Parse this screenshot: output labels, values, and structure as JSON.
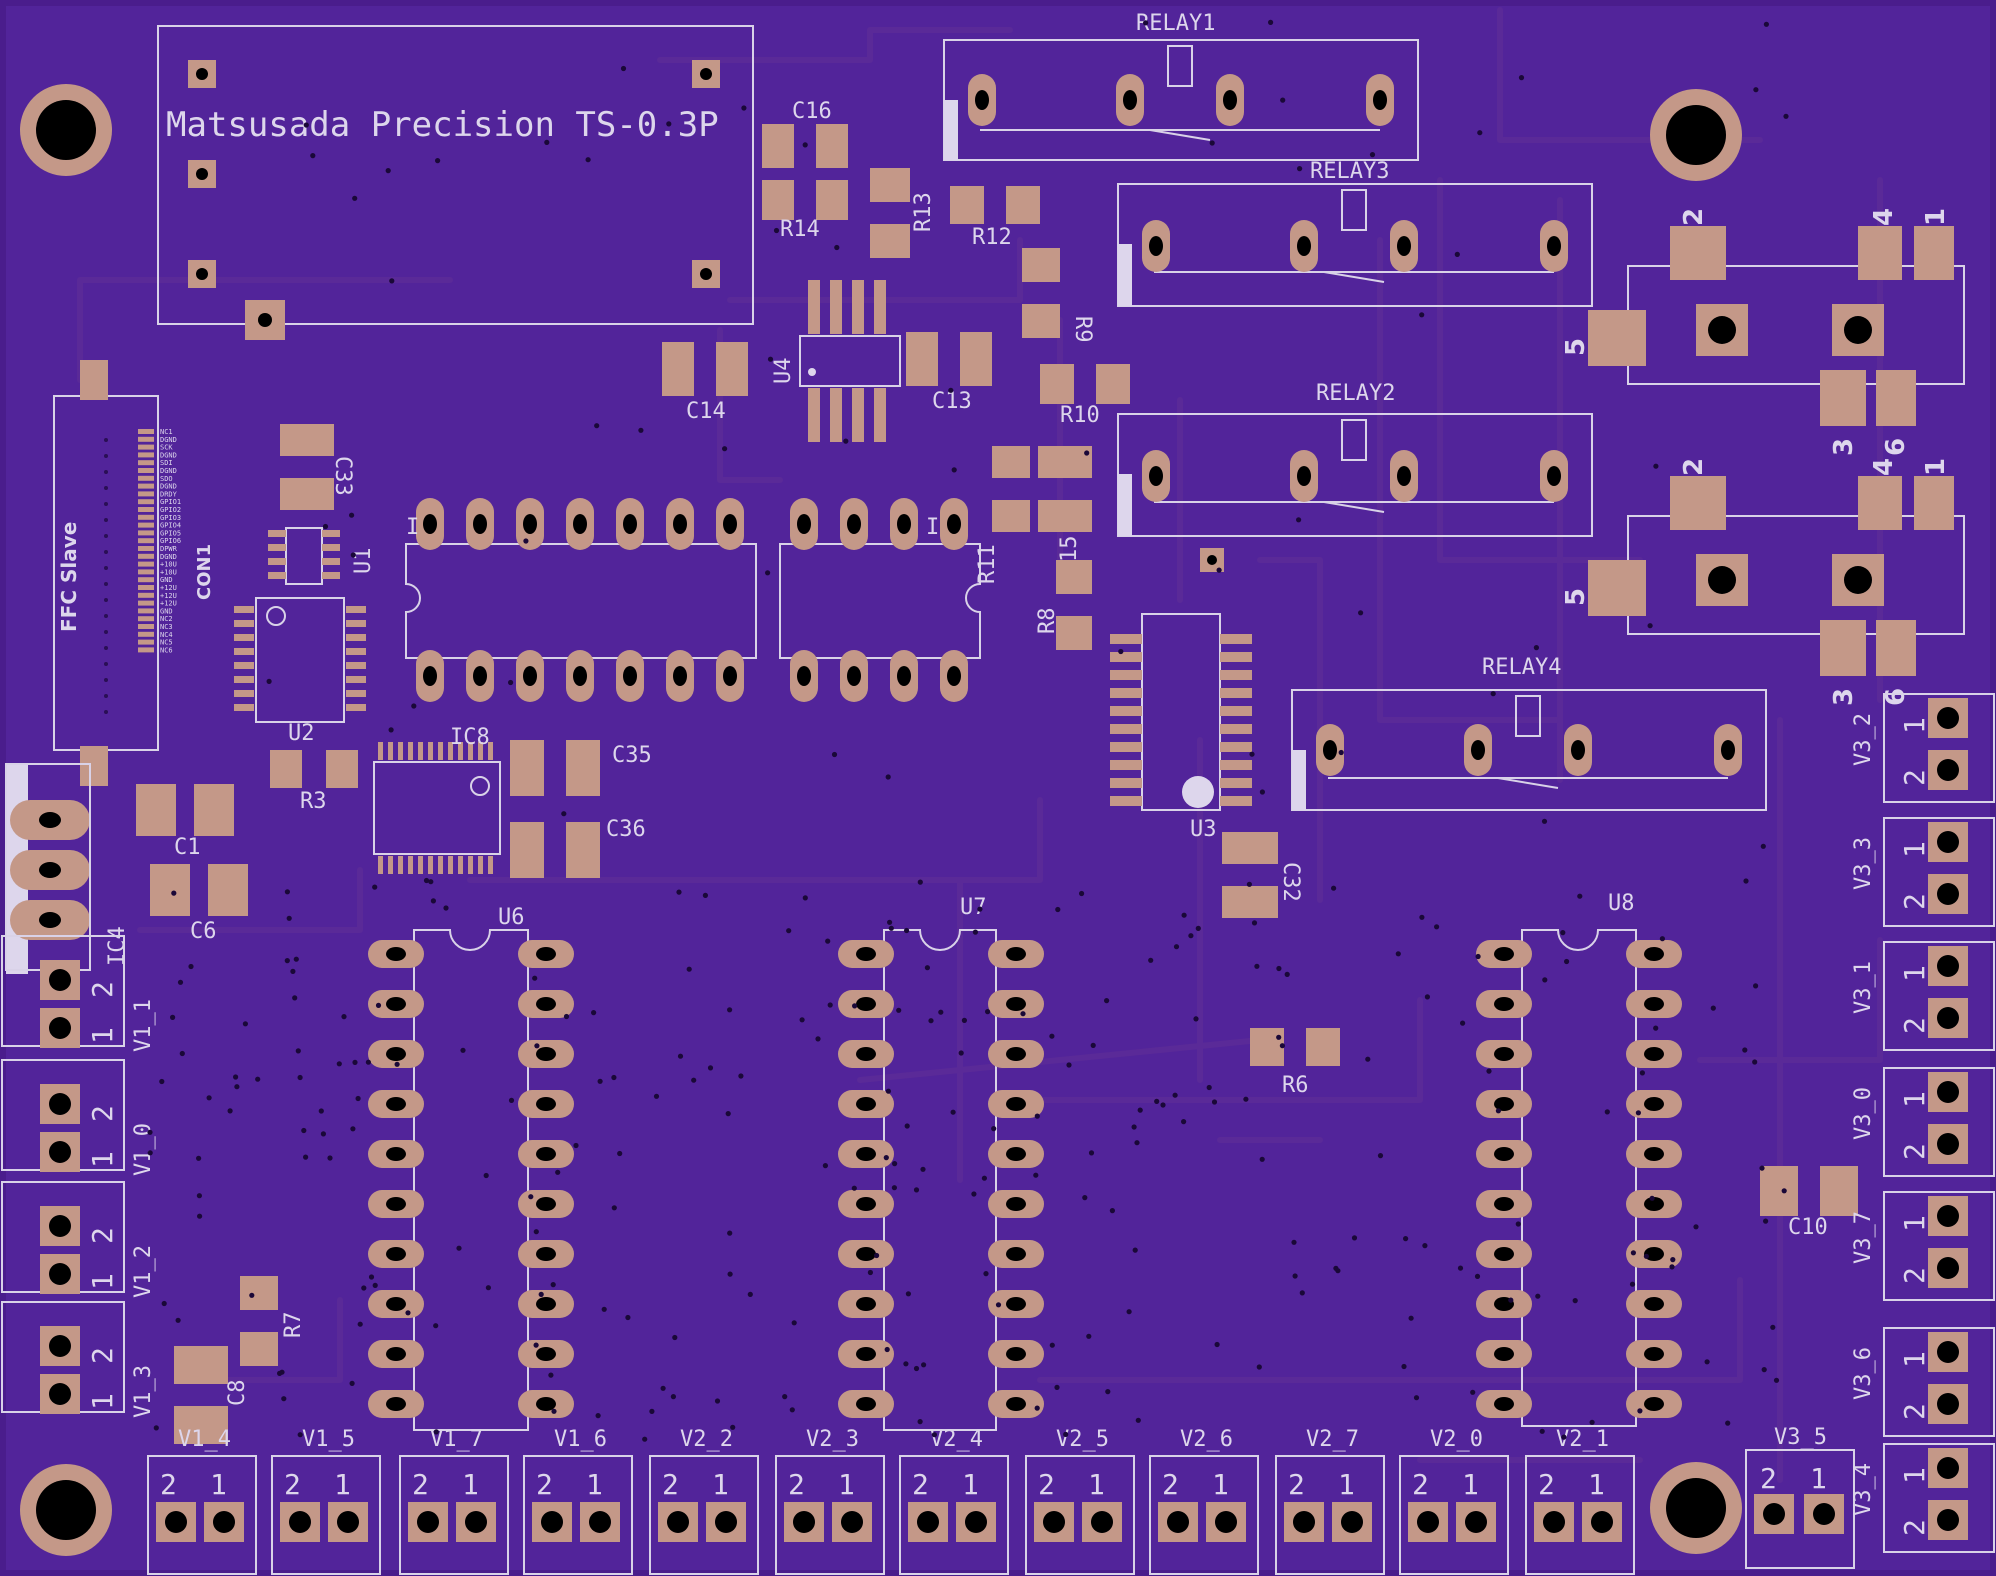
{
  "board": {
    "background": "#4a1d8c",
    "pour": "#52249a",
    "trace_color": "#5a2a98",
    "pad_color": "#c49888",
    "silk_color": "#d9d2e8"
  },
  "labels": {
    "matsusada": "Matsusada Precision TS-0.3P",
    "ffc": "FFC Slave",
    "con1": "CON1",
    "relay1": "RELAY1",
    "relay2": "RELAY2",
    "relay3": "RELAY3",
    "relay4": "RELAY4",
    "u1": "U1",
    "u2": "U2",
    "u3": "U3",
    "u4": "U4",
    "u6": "U6",
    "u7": "U7",
    "u8": "U8",
    "ic4": "IC4",
    "ic8": "IC8",
    "c1": "C1",
    "c6": "C6",
    "c8": "C8",
    "c10": "C10",
    "c13": "C13",
    "c14": "C14",
    "c16": "C16",
    "c32": "C32",
    "c33": "C33",
    "c35": "C35",
    "c36": "C36",
    "r3": "R3",
    "r6": "R6",
    "r7": "R7",
    "r8": "R8",
    "r9": "R9",
    "r10": "R10",
    "r11": "R11",
    "r12": "R12",
    "r13": "R13",
    "r14": "R14",
    "r15": "15",
    "ic_a": "I",
    "ic_b": "I"
  },
  "ffc_pins": [
    "NC1",
    "DGND",
    "SCK",
    "DGND",
    "SDI",
    "DGND",
    "SDO",
    "DGND",
    "DRDY",
    "GPIO1",
    "GPIO2",
    "GPIO3",
    "GPIO4",
    "GPIO5",
    "GPIO6",
    "DPWR",
    "DGND",
    "+10U",
    "+10U",
    "GND",
    "+12U",
    "+12U",
    "+12U",
    "GND",
    "NC2",
    "NC3",
    "NC4",
    "NC5",
    "NC6"
  ],
  "connectors_left": [
    "V1_1",
    "V1_0",
    "V1_2",
    "V1_3"
  ],
  "connectors_bottom": [
    "V1_4",
    "V1_5",
    "V1_7",
    "V1_6",
    "V2_2",
    "V2_3",
    "V2_4",
    "V2_5",
    "V2_6",
    "V2_7",
    "V2_0",
    "V2_1",
    "V3_5"
  ],
  "connectors_right": [
    "V3_2",
    "V3_3",
    "V3_1",
    "V3_0",
    "V3_7",
    "V3_6",
    "V3_4"
  ],
  "pin_numbers": {
    "one": "1",
    "two": "2",
    "three": "3",
    "four": "4",
    "five": "5",
    "six": "6"
  }
}
